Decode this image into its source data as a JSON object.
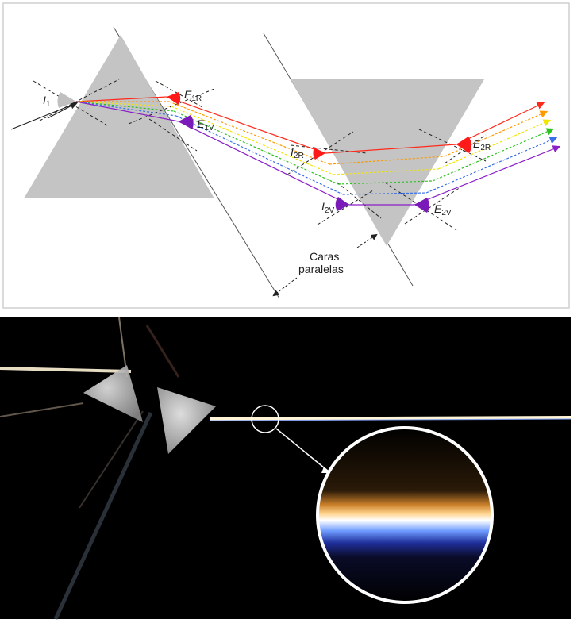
{
  "diagram": {
    "angle_labels": {
      "i1": {
        "main": "I",
        "sub": "1"
      },
      "e1r": {
        "main": "E",
        "sub": "1R"
      },
      "e1v": {
        "main": "E",
        "sub": "1V"
      },
      "i2r": {
        "main": "I",
        "sub": "2R"
      },
      "i2v": {
        "main": "I",
        "sub": "2V"
      },
      "e2r": {
        "main": "E",
        "sub": "2R"
      },
      "e2v": {
        "main": "E",
        "sub": "2V"
      }
    },
    "caption_line1": "Caras",
    "caption_line2": "paralelas",
    "colors": {
      "prism_fill": "#c4c4c4",
      "red": "#ff2a1a",
      "orange": "#ff9900",
      "yellow": "#f2e600",
      "green": "#2cc21e",
      "blue": "#3b6fe8",
      "violet": "#8a1fc7",
      "frame": "#cfcfcf"
    }
  },
  "photo": {
    "background": "#000000",
    "beam_color": "#fff4d6",
    "inset_colors": [
      "#f2b060",
      "#ffffff",
      "#3c5bd8"
    ]
  }
}
